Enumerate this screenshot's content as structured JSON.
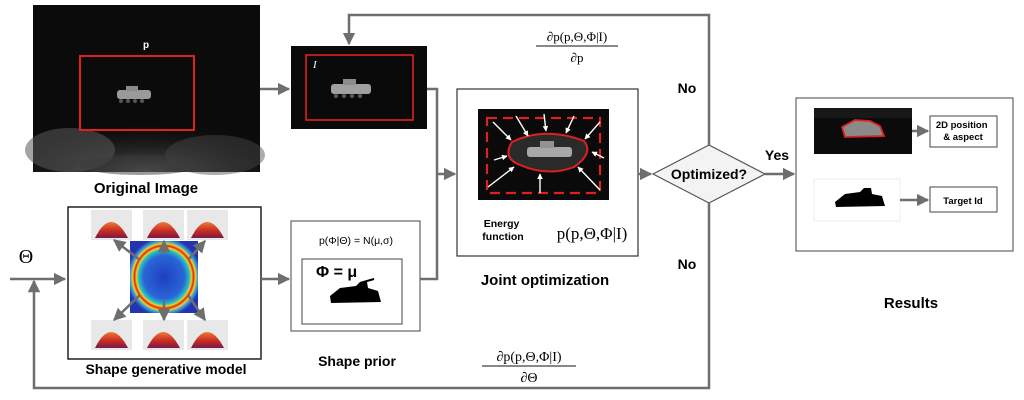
{
  "labels": {
    "original_image": "Original Image",
    "shape_generative_model": "Shape generative model",
    "shape_prior": "Shape prior",
    "joint_optimization": "Joint optimization",
    "results": "Results",
    "energy_function": "Energy\nfunction",
    "optimized": "Optimized?",
    "yes": "Yes",
    "no_top": "No",
    "no_bottom": "No",
    "position_aspect": "2D position\n& aspect",
    "target_id": "Target Id",
    "p_marker": "p",
    "i_marker": "I",
    "theta_input": "Θ",
    "phi_equals_mu": "Φ = μ"
  },
  "formulas": {
    "prior_distribution": "p(Φ|Θ) = N(μ,σ)",
    "energy": "p(p,Θ,Φ|I)",
    "grad_p_num": "∂p(p,Θ,Φ|I)",
    "grad_p_den": "∂p",
    "grad_theta_num": "∂p(p,Θ,Φ|I)",
    "grad_theta_den": "∂Θ"
  },
  "colors": {
    "arrow": "#6e6e6e",
    "box_red": "#e02020",
    "diamond_fill": "#f3f3f3",
    "photo_dark": "#0a0a0a"
  }
}
